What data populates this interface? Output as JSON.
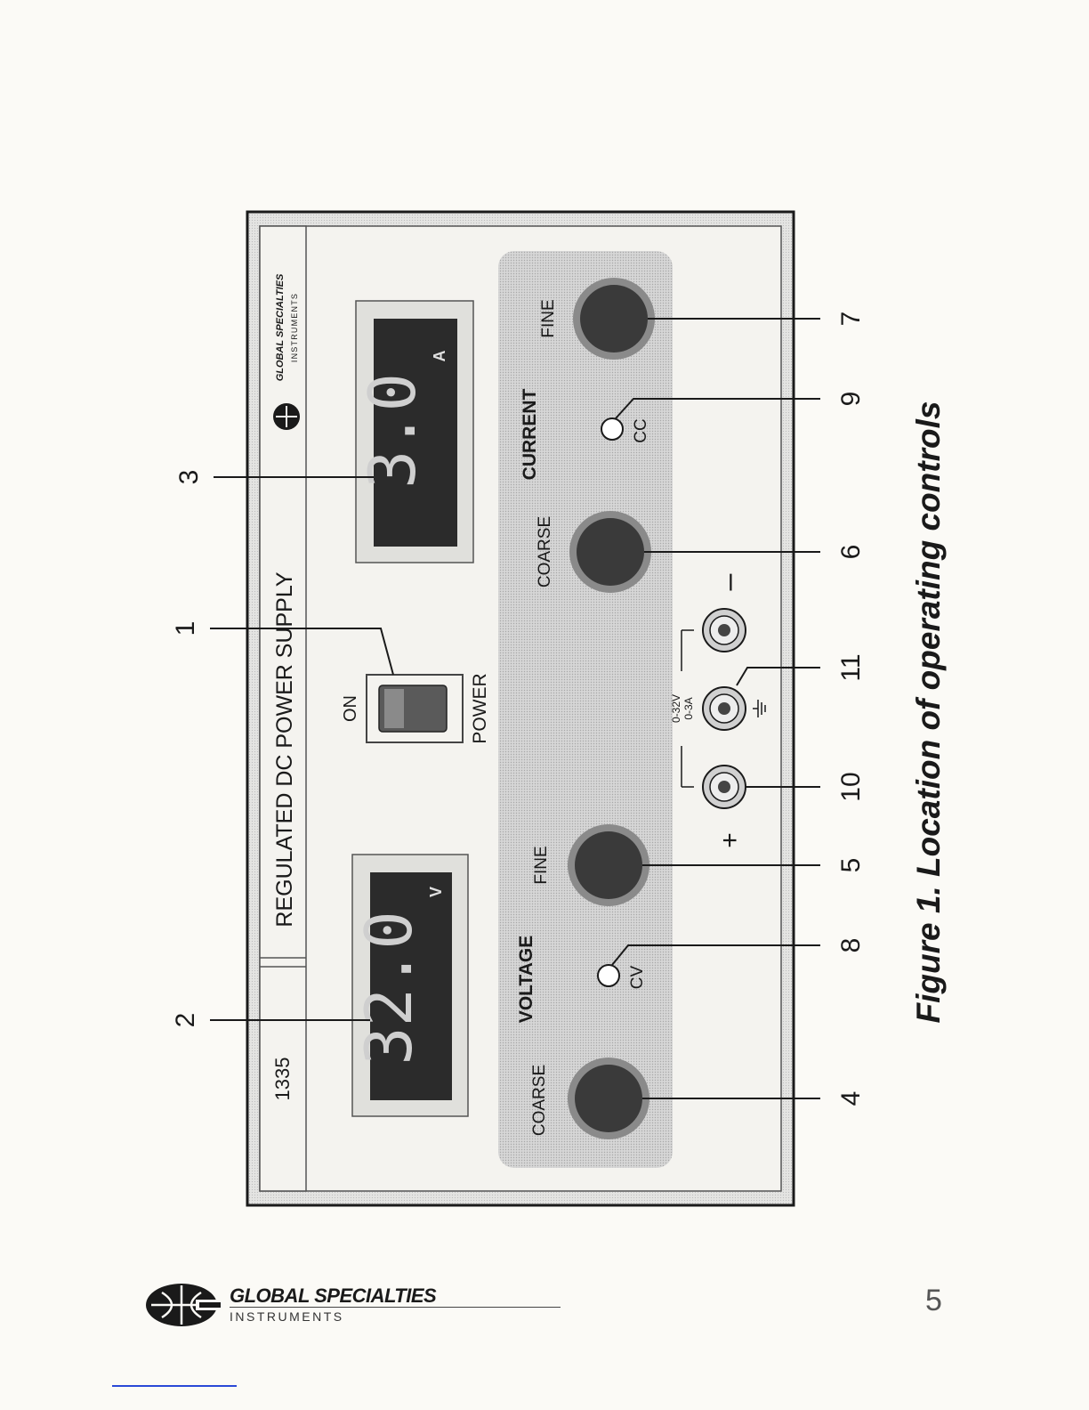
{
  "figure": {
    "model_number": "1335",
    "panel_title": "REGULATED DC POWER SUPPLY",
    "brand": "GLOBAL SPECIALTIES",
    "brand_sub": "INSTRUMENTS",
    "voltage_display": "32.0",
    "voltage_unit": "V",
    "current_display": "3.0",
    "current_unit": "A",
    "switch_on_label": "ON",
    "power_label": "POWER",
    "voltage_section": "VOLTAGE",
    "current_section": "CURRENT",
    "coarse_label": "COARSE",
    "fine_label": "FINE",
    "cv_label": "CV",
    "cc_label": "CC",
    "plus_label": "+",
    "minus_label": "–",
    "range_v": "0-32V",
    "range_a": "0-3A",
    "callouts": {
      "power_switch": "1",
      "voltage_meter": "2",
      "current_meter": "3",
      "voltage_coarse": "4",
      "voltage_fine": "5",
      "current_coarse": "6",
      "current_fine": "7",
      "cv_indicator": "8",
      "cc_indicator": "9",
      "positive_terminal": "10",
      "ground_terminal": "11"
    }
  },
  "caption": "Figure 1. Location of operating controls",
  "footer": {
    "brand": "GLOBAL SPECIALTIES",
    "sub": "INSTRUMENTS",
    "page_number": "5"
  },
  "colors": {
    "panel_shade": "#c9c9c9",
    "knob_dark": "#3a3a3a",
    "display_dark": "#2b2b2b",
    "accent_blue": "#2a49d6"
  }
}
